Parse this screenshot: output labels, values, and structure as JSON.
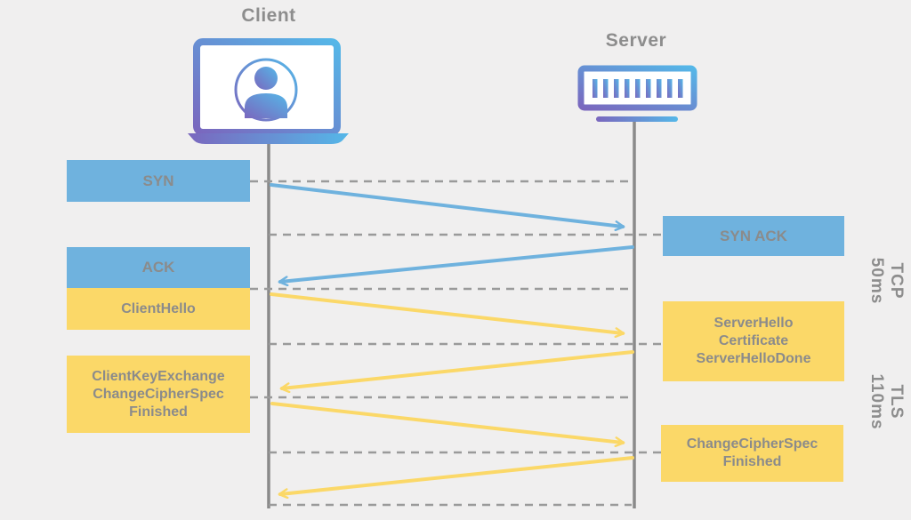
{
  "actors": {
    "client": "Client",
    "server": "Server"
  },
  "messages": {
    "syn": "SYN",
    "syn_ack": "SYN ACK",
    "ack": "ACK",
    "client_hello": "ClientHello",
    "server_hello": [
      "ServerHello",
      "Certificate",
      "ServerHelloDone"
    ],
    "client_key_exchange": [
      "ClientKeyExchange",
      "ChangeCipherSpec",
      "Finished"
    ],
    "change_cipher_spec": [
      "ChangeCipherSpec",
      "Finished"
    ]
  },
  "timers": {
    "tcp": {
      "label": "TCP",
      "time": "50ms"
    },
    "tls": {
      "label": "TLS",
      "time": "110ms"
    }
  },
  "icons": {
    "client": "laptop-user-icon",
    "server": "server-rack-icon"
  },
  "colors": {
    "tcp_message_blue": "#6FB2DE",
    "tls_message_yellow": "#FBD868",
    "icon_gradient_purple": "#7A67BE",
    "icon_gradient_blue": "#55B7E8",
    "text_gray": "#8B8B8B",
    "line_gray": "#9A9A9A",
    "background": "#F0EFEF"
  }
}
